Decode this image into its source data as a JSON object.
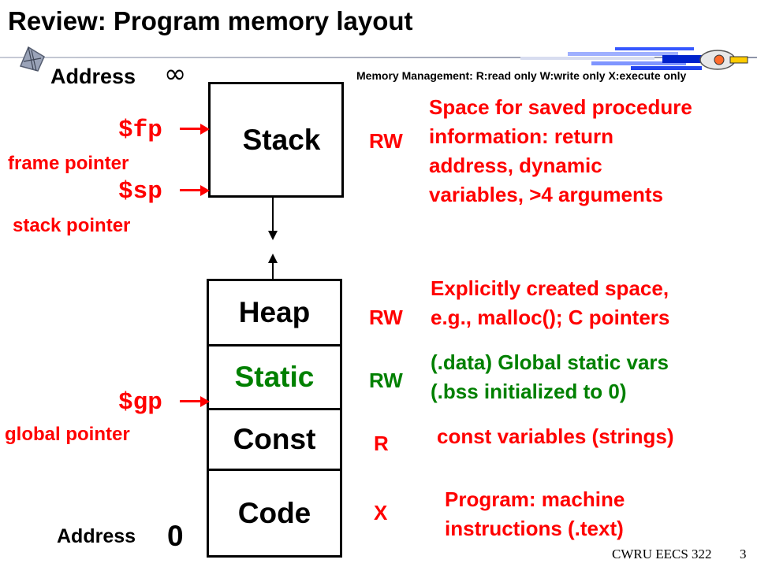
{
  "title": "Review: Program memory layout",
  "header": {
    "address_top_label": "Address",
    "address_top_symbol": "∞",
    "memory_management": "Memory Management: R:read only W:write only  X:execute only"
  },
  "segments": {
    "stack": "Stack",
    "heap": "Heap",
    "static": "Static",
    "const": "Const",
    "code": "Code"
  },
  "pointers": {
    "fp": "$fp",
    "fp_desc": "frame pointer",
    "sp": "$sp",
    "sp_desc": "stack pointer",
    "gp": "$gp",
    "gp_desc": "global pointer"
  },
  "permissions": {
    "stack": "RW",
    "heap": "RW",
    "static": "RW",
    "const": "R",
    "code": "X"
  },
  "descriptions": {
    "stack": [
      "Space for saved procedure",
      "information: return",
      "address, dynamic",
      "variables, >4 arguments"
    ],
    "heap": [
      "Explicitly created space,",
      "e.g., malloc(); C pointers"
    ],
    "static": [
      "(.data) Global static vars",
      "(.bss initialized to 0)"
    ],
    "const": [
      "const variables (strings)"
    ],
    "code": [
      "Program: machine",
      "instructions (.text)"
    ]
  },
  "footer": {
    "address_bottom_label": "Address",
    "address_bottom_value": "0",
    "course": "CWRU EECS 322",
    "page_number": "3"
  },
  "colors": {
    "pointer_red": "#ff0000",
    "static_green": "#008000"
  }
}
